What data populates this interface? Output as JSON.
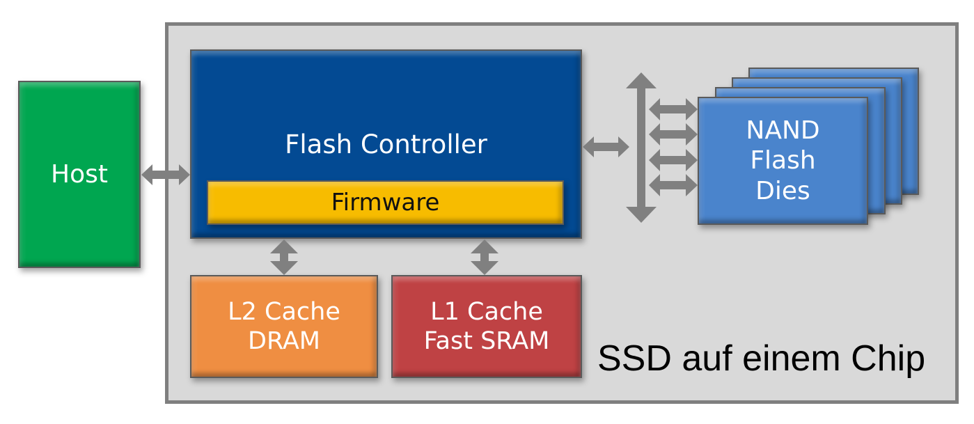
{
  "diagram": {
    "title": "SSD auf einem Chip",
    "nodes": {
      "host": "Host",
      "controller": "Flash Controller",
      "firmware": "Firmware",
      "l2_cache": [
        "L2 Cache",
        "DRAM"
      ],
      "l1_cache": [
        "L1 Cache",
        "Fast SRAM"
      ],
      "nand": [
        "NAND",
        "Flash",
        "Dies"
      ]
    },
    "nand_stack_count": 4,
    "edges": [
      {
        "from": "host",
        "to": "controller",
        "type": "bidirectional"
      },
      {
        "from": "controller",
        "to": "bus",
        "type": "bidirectional"
      },
      {
        "from": "bus",
        "to": "nand",
        "type": "bidirectional",
        "count": 4
      },
      {
        "from": "controller",
        "to": "l2_cache",
        "type": "bidirectional"
      },
      {
        "from": "controller",
        "to": "l1_cache",
        "type": "bidirectional"
      }
    ],
    "colors": {
      "host": "#00a650",
      "controller": "#034a93",
      "firmware": "#f7bc00",
      "l2_cache": "#ef8e42",
      "l1_cache": "#bf4244",
      "nand": "#4a84cc",
      "chip_background": "#d9d9d9",
      "arrow": "#808080"
    }
  }
}
